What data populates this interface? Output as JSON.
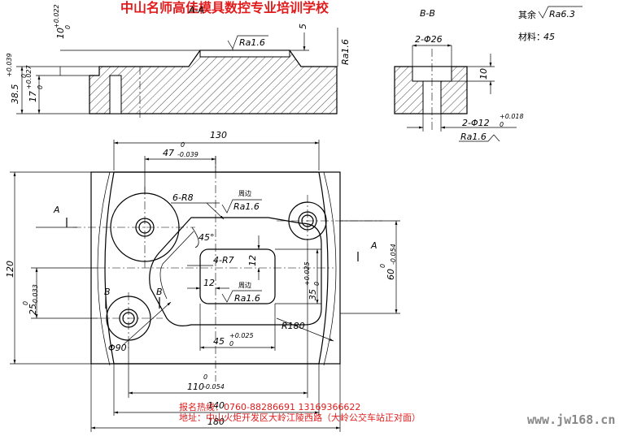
{
  "header": {
    "school_title": "中山名师高佳模具数控专业培训学校"
  },
  "notes": {
    "rest_roughness": "其余",
    "rest_roughness_value": "Ra6.3",
    "material_label": "材料：",
    "material_value": "45"
  },
  "section_view": {
    "title": "B-B",
    "hole_spec": "2-Φ26",
    "depth": "10",
    "bore_spec": "2-Φ12",
    "bore_tol_upper": "+0.018",
    "bore_tol_lower": "0",
    "bore_roughness": "Ra1.6"
  },
  "front_view": {
    "section_label": "A-A",
    "dim_height": "38.5",
    "dim_height_tol_upper": "+0.039",
    "dim_height_tol_lower": "0",
    "dim_17": "17",
    "dim_17_tol_upper": "+0.027",
    "dim_17_tol_lower": "0",
    "dim_10": "10",
    "dim_10_tol_upper": "+0.022",
    "dim_10_tol_lower": "0",
    "dim_5": "5",
    "roughness_top": "Ra1.6",
    "roughness_side": "Ra1.6"
  },
  "top_view": {
    "dim_130": "130",
    "dim_47": "47",
    "dim_47_tol_upper": "0",
    "dim_47_tol_lower": "-0.039",
    "fillet_6r8": "6-R8",
    "around_label_1": "周边",
    "roughness_1": "Ra1.6",
    "angle_45": "45°",
    "fillet_4r7": "4-R7",
    "dim_12_a": "12",
    "dim_12_b": "12",
    "around_label_2": "周边",
    "roughness_2": "Ra1.6",
    "dim_35": "35",
    "dim_35_tol_upper": "+0.025",
    "dim_35_tol_lower": "0",
    "dim_60": "60",
    "dim_60_tol_upper": "0",
    "dim_60_tol_lower": "-0.054",
    "dim_120": "120",
    "dim_25": "25",
    "dim_25_tol_upper": "0",
    "dim_25_tol_lower": "-0.033",
    "radius_180": "R180",
    "dia_90": "Φ90",
    "dim_45": "45",
    "dim_45_tol_upper": "+0.025",
    "dim_45_tol_lower": "0",
    "dim_110": "110",
    "dim_110_tol_upper": "0",
    "dim_110_tol_lower": "-0.054",
    "dim_140": "140",
    "dim_180": "180",
    "label_a_left": "A",
    "label_a_right": "A",
    "label_b_left": "B",
    "label_b_right": "B"
  },
  "footer": {
    "hotline": "报名热线：0760-88286691  13169366622",
    "address": "地址：中山火炬开发区大岭江陵西路（大岭公交车站正对面）"
  },
  "watermark": "www.jw168.cn"
}
